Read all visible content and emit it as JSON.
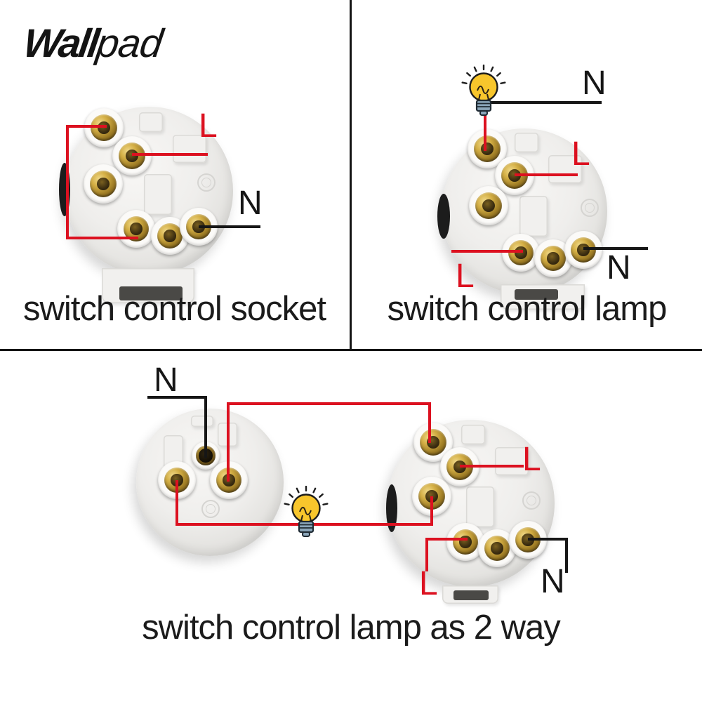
{
  "brand": {
    "name_bold": "Wall",
    "name_light": "pad"
  },
  "colors": {
    "live_wire": "#dc1120",
    "neutral_wire": "#161616",
    "bulb_glass": "#f8c62c",
    "bulb_base": "#8ba6ba",
    "device_body": "#eeedeb",
    "terminal_brass": "#c9a437"
  },
  "icons": {
    "lamp": "light-bulb-icon"
  },
  "panels": {
    "top_left": {
      "caption": "switch control socket",
      "live_label": "L",
      "neutral_label": "N"
    },
    "top_right": {
      "caption": "switch control lamp",
      "neutral_label_1": "N",
      "live_label_1": "L",
      "live_label_2": "L",
      "neutral_label_2": "N"
    },
    "bottom": {
      "caption": "switch control lamp as 2 way",
      "neutral_label_1": "N",
      "live_label_1": "L",
      "live_label_2": "L",
      "neutral_label_2": "N"
    }
  }
}
